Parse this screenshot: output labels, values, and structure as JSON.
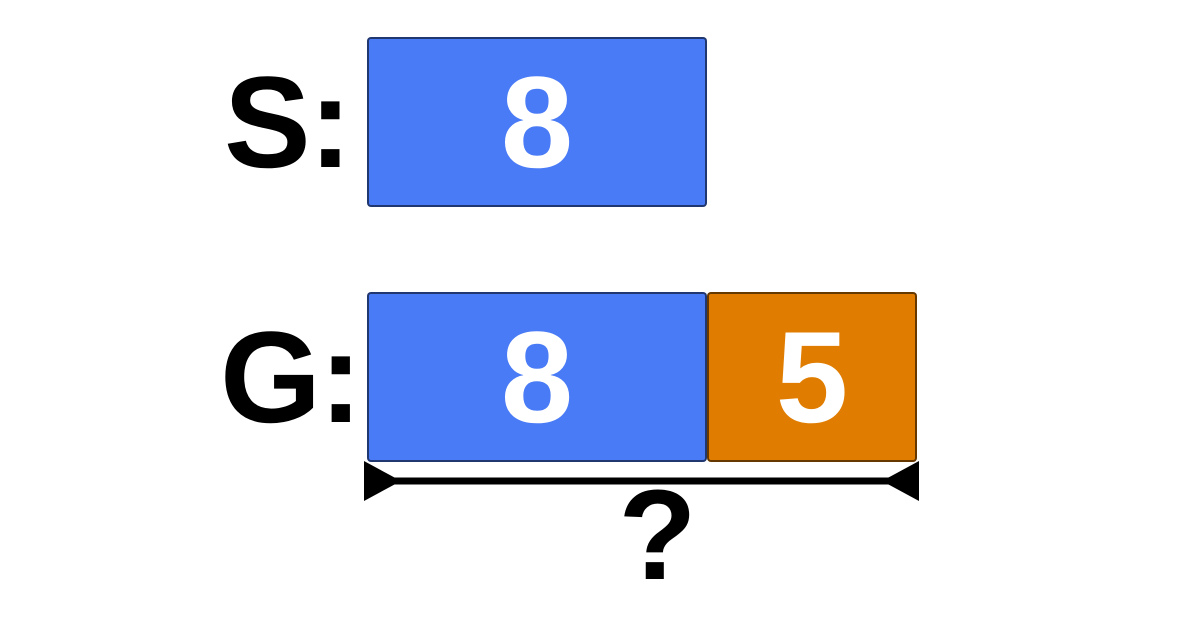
{
  "diagram": {
    "type": "tape-diagram",
    "rows": [
      {
        "label": "S:",
        "segments": [
          {
            "value": "8",
            "color": "#4a7bf6"
          }
        ]
      },
      {
        "label": "G:",
        "segments": [
          {
            "value": "8",
            "color": "#4a7bf6"
          },
          {
            "value": "5",
            "color": "#e07d00"
          }
        ]
      }
    ],
    "total": {
      "label": "?"
    },
    "colors": {
      "blue_segment": "#4a7bf6",
      "orange_segment": "#e07d00",
      "segment_text": "#ffffff",
      "label_text": "#000000",
      "arrow": "#000000",
      "background": "#ffffff"
    }
  }
}
